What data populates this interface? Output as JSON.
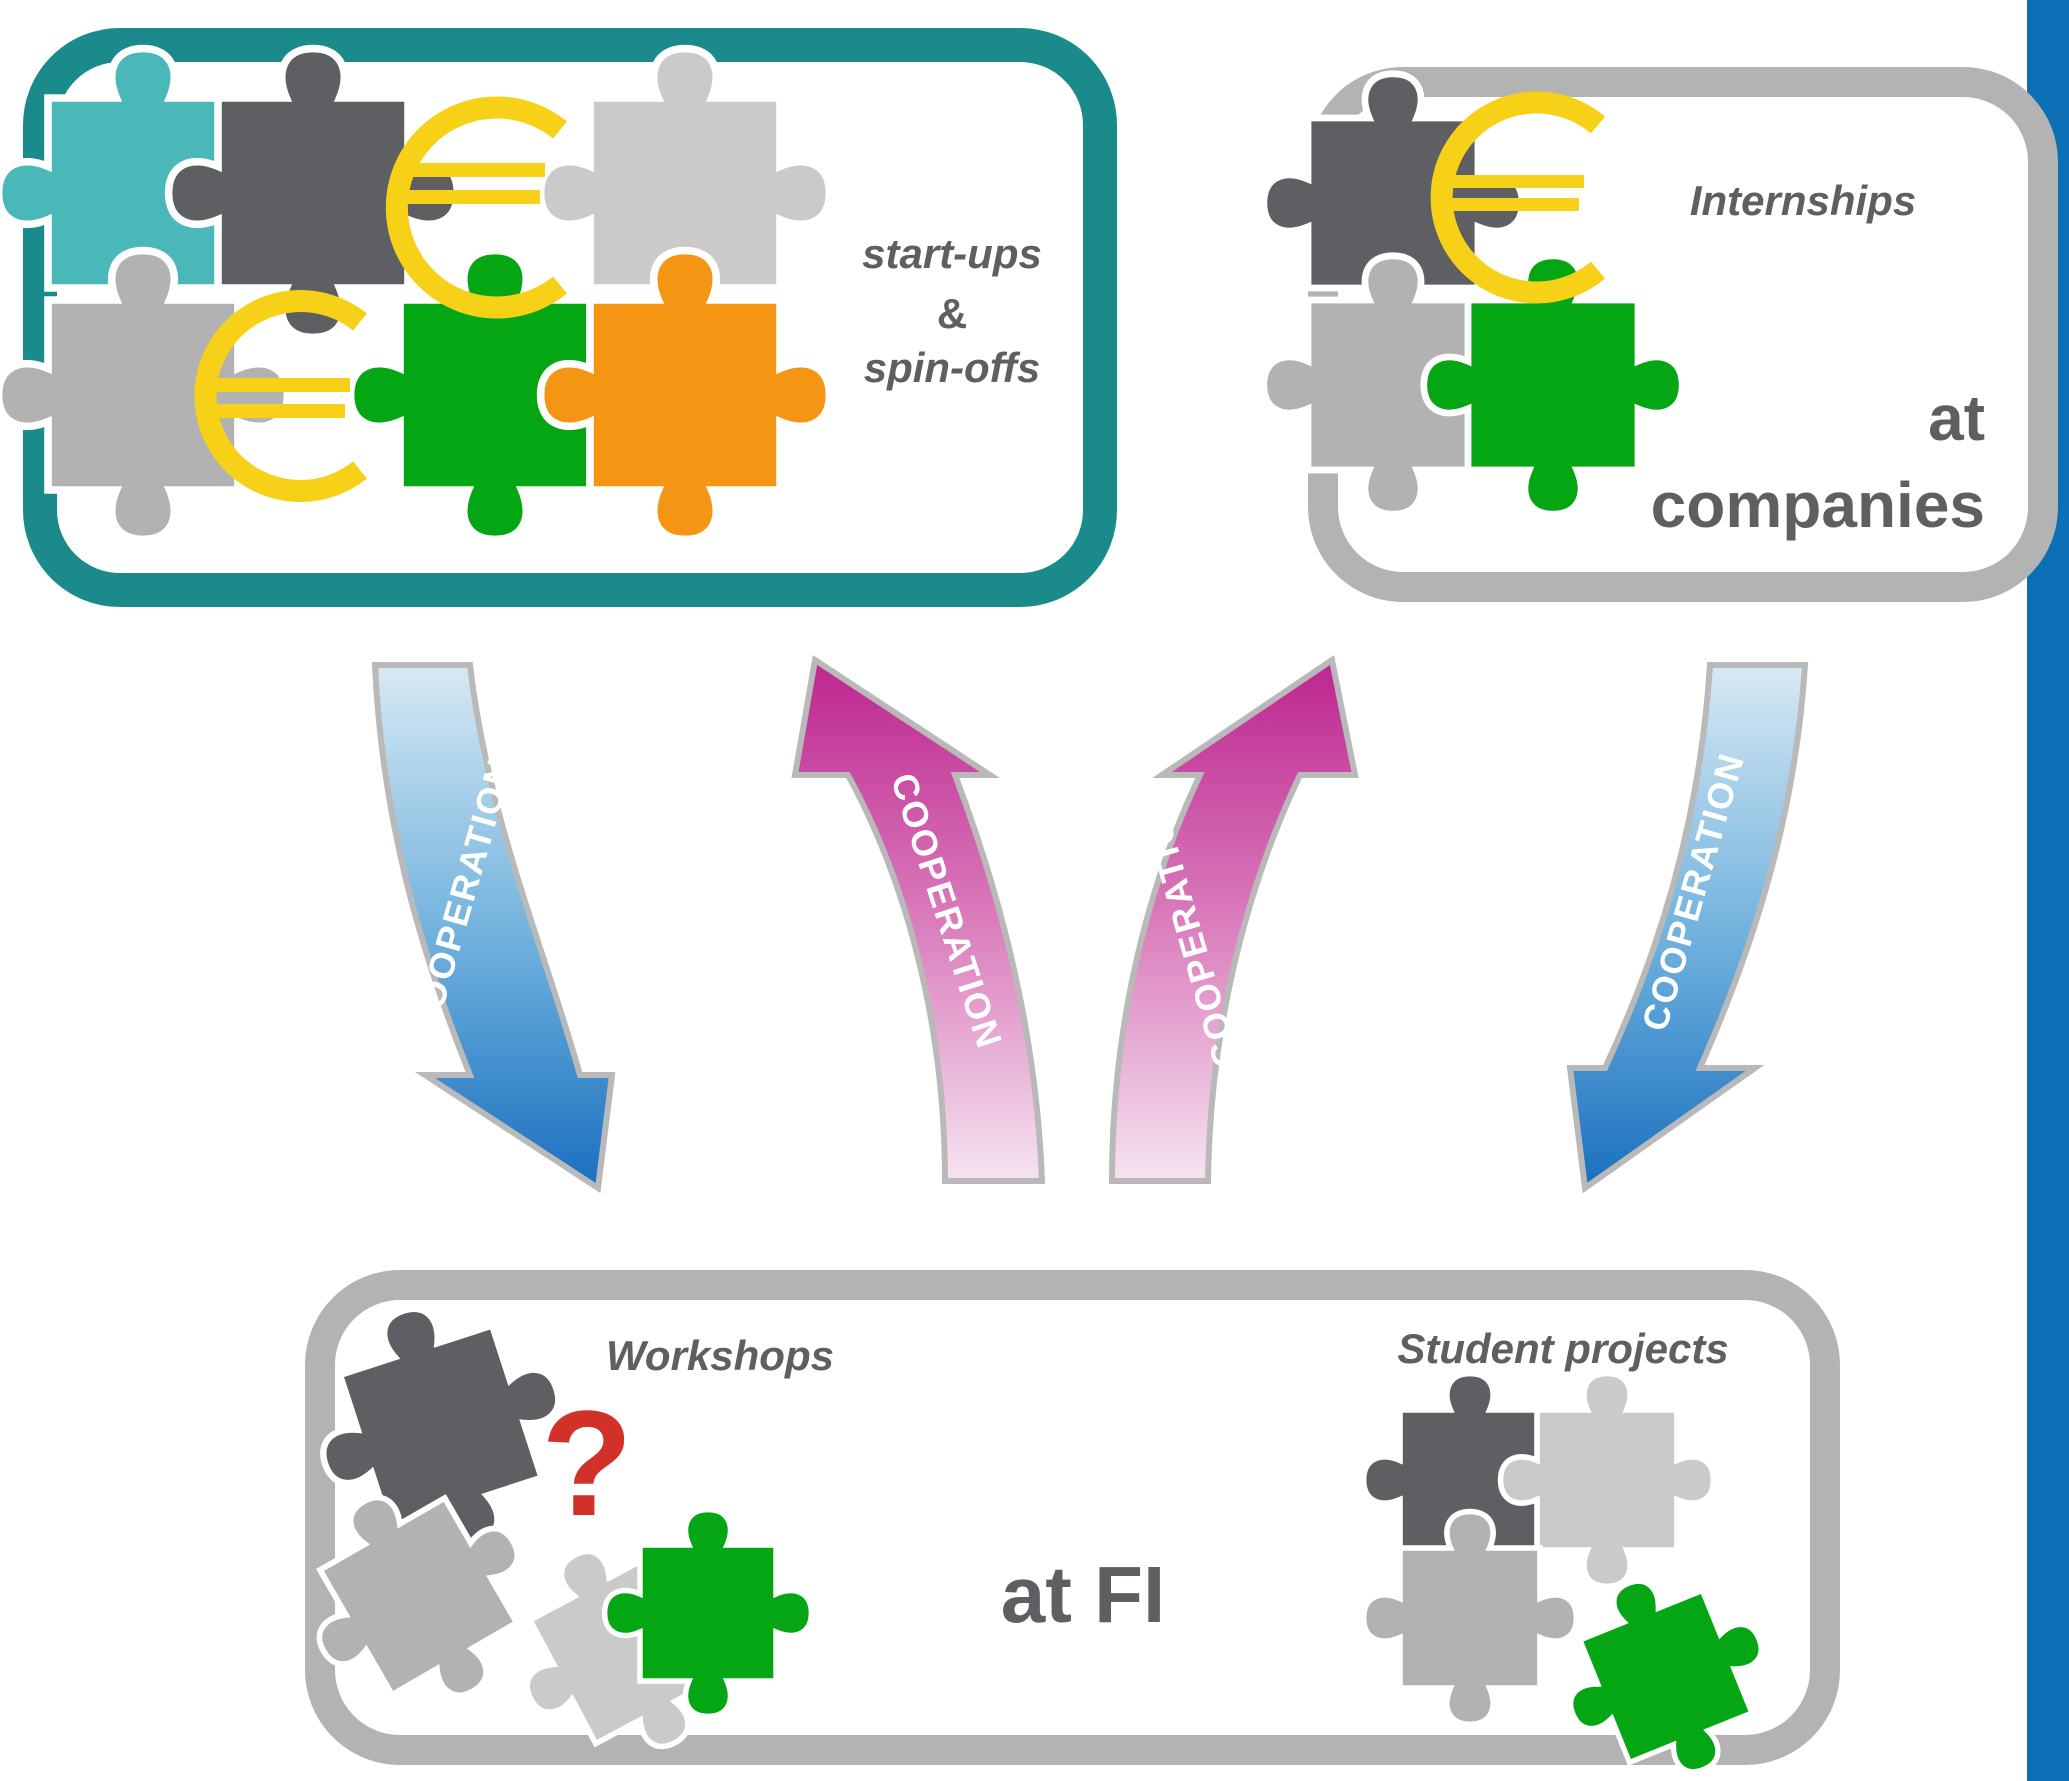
{
  "panels": {
    "startups": {
      "label_line1": "start-ups",
      "label_line2": "&",
      "label_line3": "spin-offs"
    },
    "companies": {
      "subtitle": "Internships",
      "title_line1": "at",
      "title_line2": "companies"
    },
    "fi": {
      "workshops": "Workshops",
      "student_projects": "Student projects",
      "title": "at FI",
      "question_mark": "?"
    }
  },
  "arrows": [
    {
      "label": "COOPERATION",
      "direction": "down"
    },
    {
      "label": "COOPERATION",
      "direction": "up"
    },
    {
      "label": "COOPERATION",
      "direction": "up"
    },
    {
      "label": "COOPERATION",
      "direction": "down"
    }
  ],
  "colors": {
    "teal_frame": "#1a8a8a",
    "gray_frame": "#b3b3b3",
    "sidebar_blue": "#0c6fb6",
    "piece_teal": "#4ab8b8",
    "piece_dark": "#5e5f62",
    "piece_light": "#cacaca",
    "piece_mid": "#b2b2b2",
    "piece_green": "#05a613",
    "piece_orange": "#f59514",
    "euro_yellow": "#f7d117",
    "question_red": "#d2312a"
  },
  "icons": [
    "puzzle-piece-icon",
    "euro-icon",
    "question-mark-icon",
    "cooperation-arrow-icon"
  ]
}
